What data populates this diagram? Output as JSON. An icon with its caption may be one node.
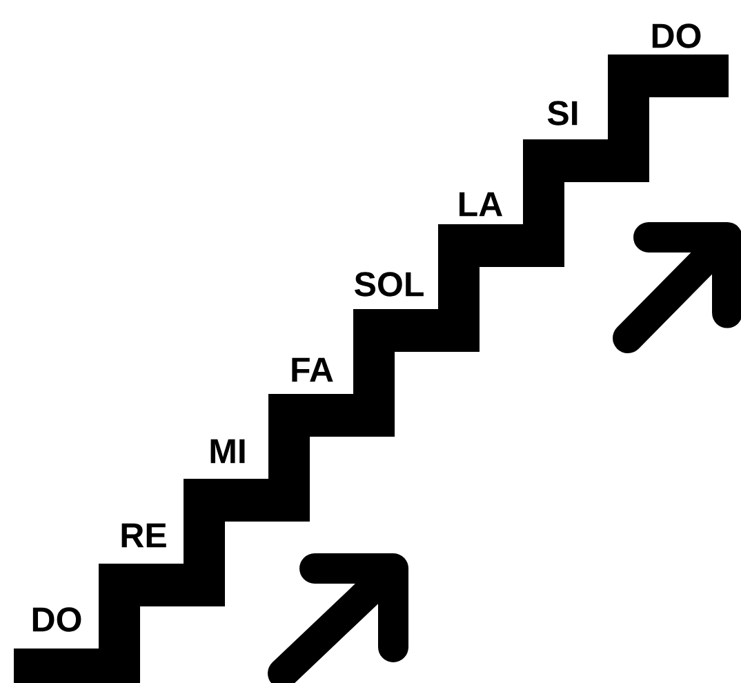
{
  "diagram": {
    "labels": [
      "DO",
      "RE",
      "MI",
      "FA",
      "SOL",
      "LA",
      "SI",
      "DO"
    ]
  }
}
